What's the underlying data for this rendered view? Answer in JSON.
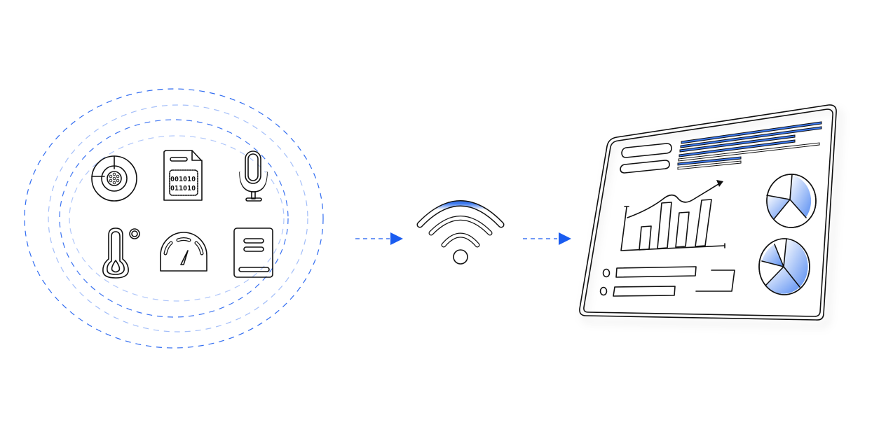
{
  "colors": {
    "accent": "#1a5cf0",
    "light": "#a9c4f7",
    "stroke": "#111111"
  },
  "sensor_cluster": {
    "icons": [
      "disk-icon",
      "binary-file-icon",
      "microphone-icon",
      "thermometer-icon",
      "gauge-icon",
      "document-icon"
    ],
    "binary_lines": [
      "001010",
      "011010"
    ]
  },
  "connection": {
    "icon": "wifi-icon"
  },
  "dashboard": {
    "icon": "tablet-dashboard"
  }
}
